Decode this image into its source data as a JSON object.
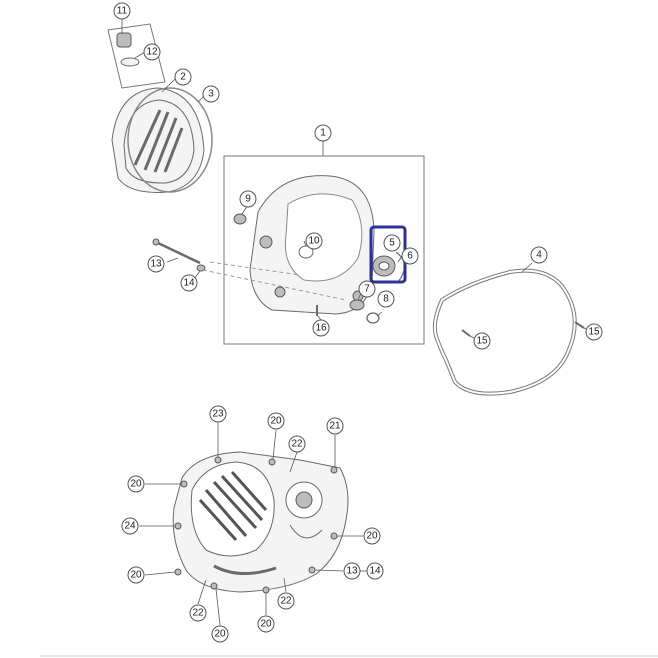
{
  "highlight_color": "#2b2fa0",
  "callouts": {
    "c11": "11",
    "c12": "12",
    "c2": "2",
    "c3": "3",
    "c1": "1",
    "c9": "9",
    "c10": "10",
    "c5": "5",
    "c6": "6",
    "c7": "7",
    "c8": "8",
    "c13a": "13",
    "c14a": "14",
    "c16": "16",
    "c4": "4",
    "c15a": "15",
    "c15b": "15",
    "c23": "23",
    "c20a": "20",
    "c21": "21",
    "c22a": "22",
    "c20b": "20",
    "c24": "24",
    "c20c": "20",
    "c20d": "20",
    "c13b": "13",
    "c14b": "14",
    "c22b": "22",
    "c22c": "22",
    "c20e": "20",
    "c20f": "20"
  }
}
